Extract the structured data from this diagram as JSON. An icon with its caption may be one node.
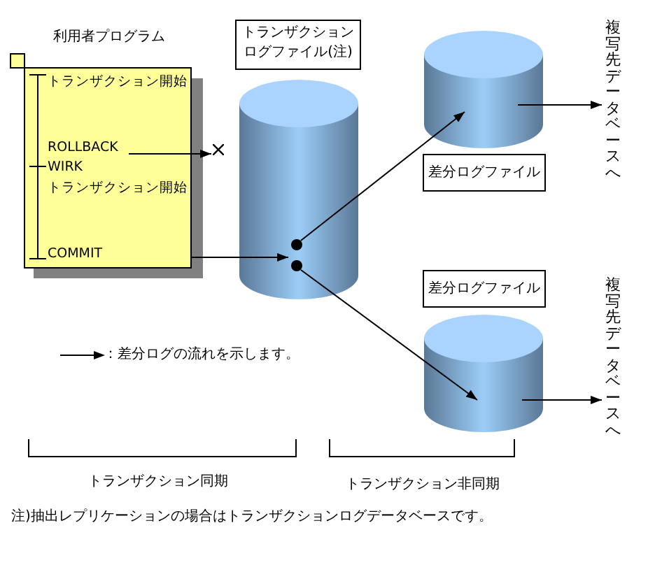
{
  "diagram": {
    "caption": "注)抽出レプリケーションの場合はトランザクションログデータベースです。",
    "nodes": [
      {
        "text": [
          "利用者プログラム",
          "トランザクション開始",
          "ROLLBACK",
          "WIRK",
          "トランザクション開始",
          "COMMIT"
        ]
      },
      {
        "text": [
          "トランザクションログファイル(注)"
        ]
      },
      {
        "text": [],
        "shape": "cylinder"
      },
      {
        "text": [],
        "shape": "cylinder"
      },
      {
        "text": [
          "差分ログファイル"
        ]
      },
      {
        "text": [
          "差分ログファイル"
        ]
      },
      {
        "text": [],
        "shape": "cylinder"
      },
      {
        "text": [
          "複写先データベースへ"
        ]
      },
      {
        "text": [
          "複写先データベースへ"
        ]
      },
      {
        "text": [],
        "shape": "cross"
      }
    ],
    "edges": [
      {
        "from": 0,
        "to": 9,
        "arrow": "to"
      },
      {
        "from": 0,
        "to": 2,
        "arrow": "to"
      },
      {
        "from": 2,
        "to": 3,
        "arrow": "to"
      },
      {
        "from": 2,
        "to": 6,
        "arrow": "to"
      },
      {
        "from": 3,
        "to": 7,
        "arrow": "to"
      },
      {
        "from": 6,
        "to": 8,
        "arrow": "to"
      }
    ],
    "labels": [
      "トランザクション同期",
      "トランザクション非同期"
    ],
    "legend": [
      {
        "text": "：差分ログの流れを示します。"
      }
    ]
  }
}
